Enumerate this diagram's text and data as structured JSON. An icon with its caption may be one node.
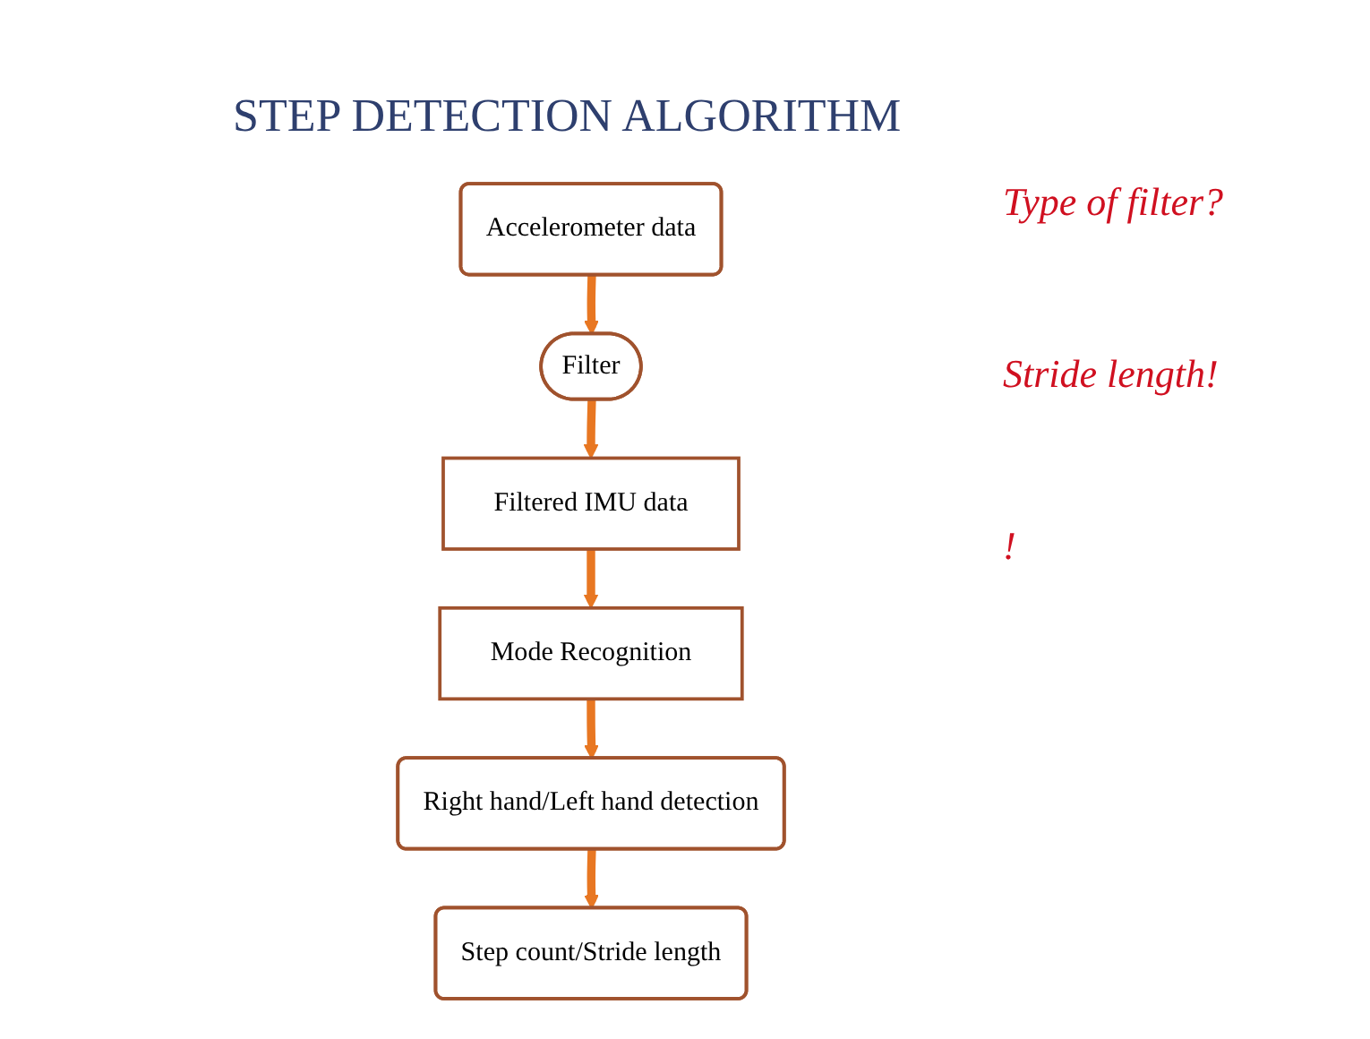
{
  "diagram": {
    "title": "STEP DETECTION ALGORITHM",
    "nodes": [
      {
        "text": [
          "Accelerometer data"
        ]
      },
      {
        "text": [
          "Filter"
        ]
      },
      {
        "text": [
          "Filtered IMU data"
        ]
      },
      {
        "text": [
          "Mode Recognition"
        ]
      },
      {
        "text": [
          "Right hand/Left hand detection"
        ]
      },
      {
        "text": [
          "Step count/Stride length"
        ]
      }
    ],
    "edges": [
      {
        "from": 0,
        "to": 1,
        "arrow": "to"
      },
      {
        "from": 1,
        "to": 2,
        "arrow": "to"
      },
      {
        "from": 2,
        "to": 3,
        "arrow": "to"
      },
      {
        "from": 3,
        "to": 4,
        "arrow": "to"
      },
      {
        "from": 4,
        "to": 5,
        "arrow": "to"
      }
    ],
    "labels": [
      "Type of filter?",
      "Stride length!",
      "!"
    ]
  }
}
